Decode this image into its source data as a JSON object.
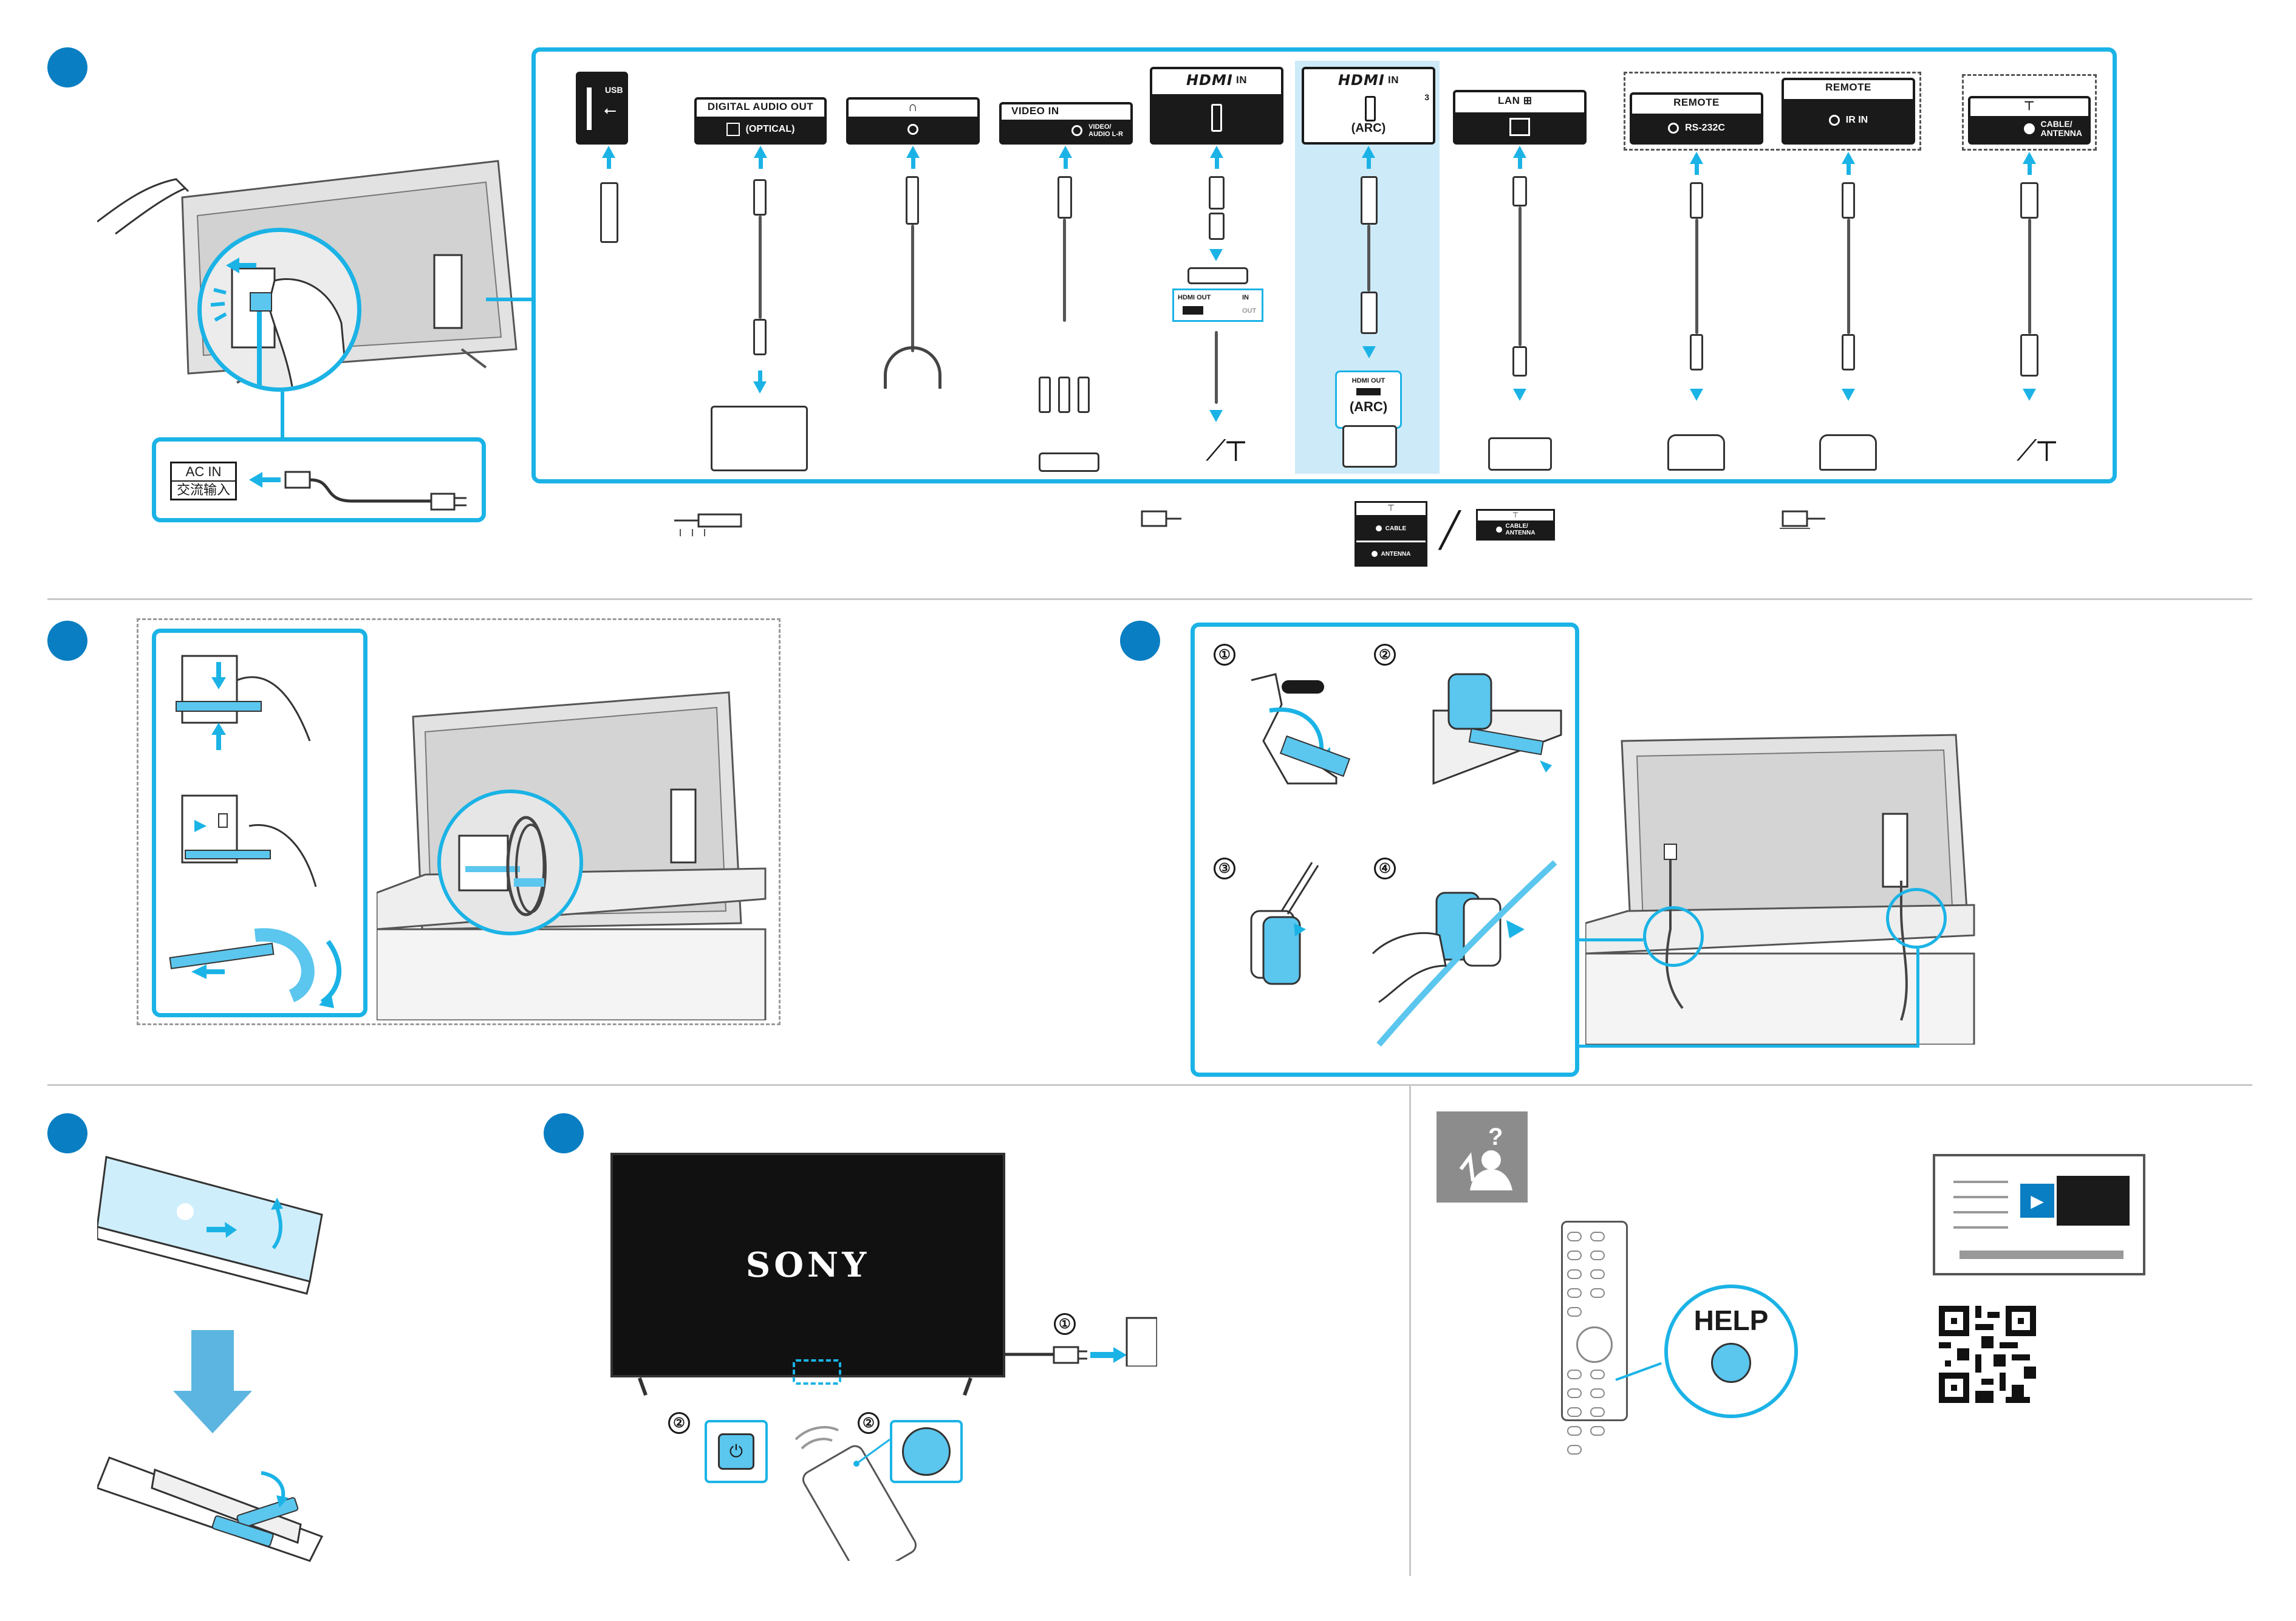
{
  "connections": {
    "usb": {
      "label": "USB"
    },
    "digital_audio": {
      "label": "DIGITAL AUDIO OUT",
      "sub": "(OPTICAL)"
    },
    "video_in": {
      "label": "VIDEO IN",
      "sub1": "VIDEO/",
      "sub2": "AUDIO L-R"
    },
    "hdmi": {
      "logo": "HDMI",
      "in": "IN",
      "port_num": "3",
      "arc": "(ARC)"
    },
    "lan": {
      "label": "LAN"
    },
    "remote_rs232": {
      "label": "REMOTE",
      "sub": "RS-232C"
    },
    "remote_ir": {
      "label": "REMOTE",
      "sub": "IR IN"
    },
    "cable_antenna": {
      "line1": "CABLE/",
      "line2": "ANTENNA"
    },
    "settop": {
      "hdmi_out": "HDMI OUT",
      "in": "IN",
      "out": "OUT"
    },
    "soundbar": {
      "hdmi_out": "HDMI OUT",
      "arc": "(ARC)"
    }
  },
  "ac_in": {
    "label": "AC IN",
    "label_cn": "交流输入"
  },
  "antenna_legend": {
    "cable": "CABLE",
    "antenna": "ANTENNA",
    "combined1": "CABLE/",
    "combined2": "ANTENNA"
  },
  "cable_mgmt_steps": [
    "①",
    "②",
    "③",
    "④"
  ],
  "power_steps": {
    "plug": "①",
    "power_btn": "②",
    "remote_btn": "②"
  },
  "tv_brand": "SONY",
  "help": {
    "label": "HELP",
    "q": "?"
  },
  "colors": {
    "accent": "#1bb3e6",
    "step_dot": "#0a7ec2",
    "dark": "#1a1a1a"
  }
}
